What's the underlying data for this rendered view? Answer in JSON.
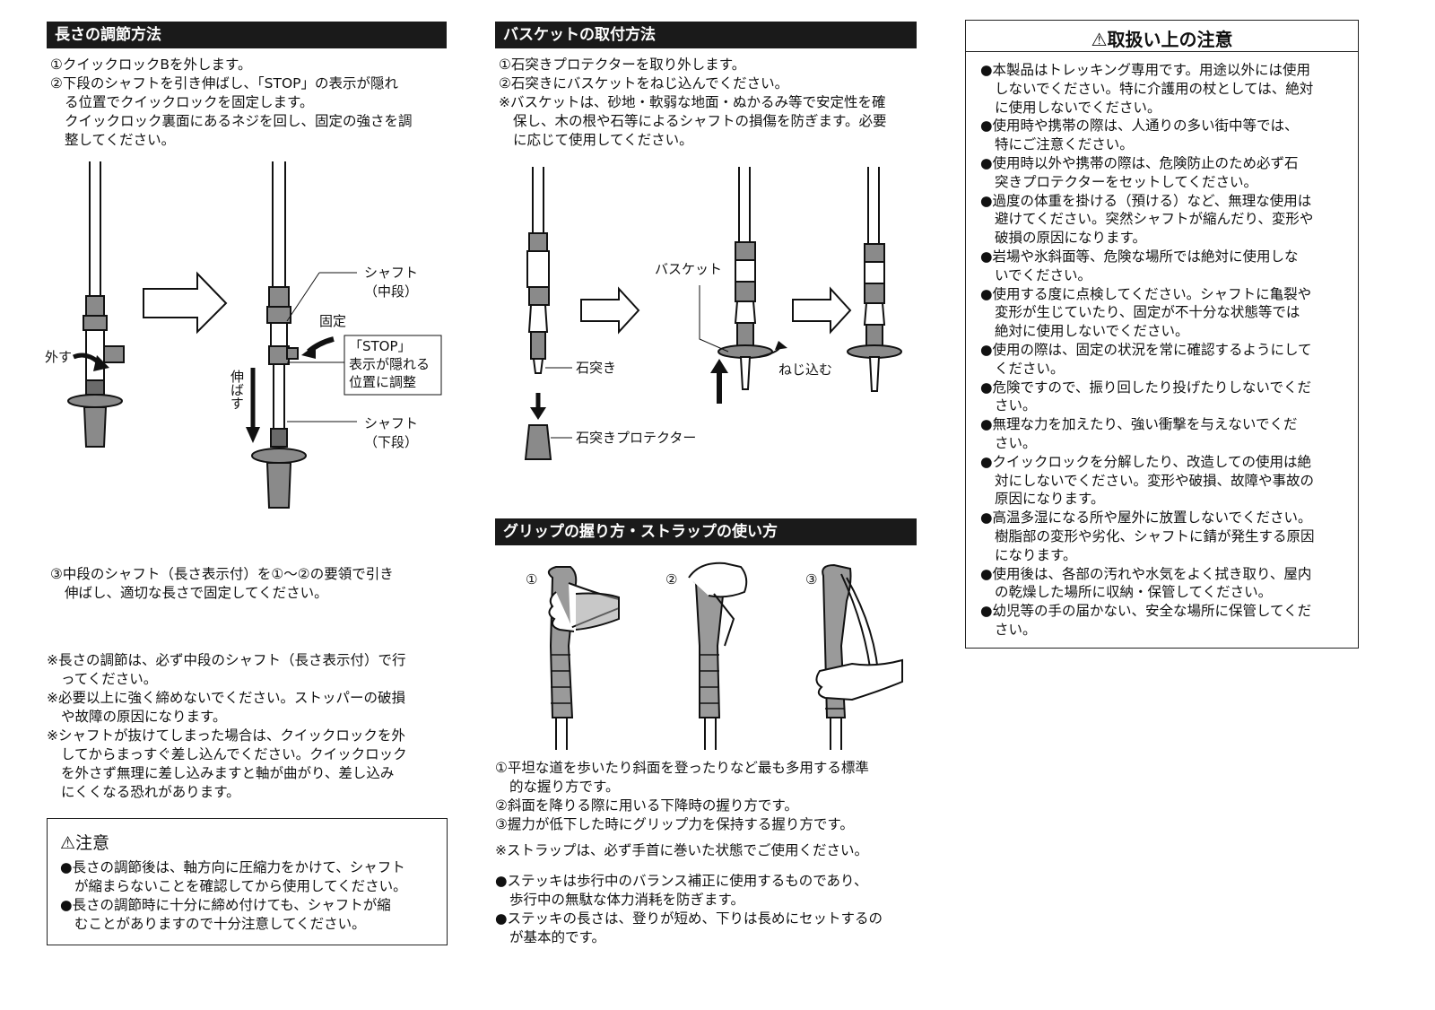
{
  "length_adjust": {
    "header": "長さの調節方法",
    "steps": [
      "①クイックロックBを外します。",
      "②下段のシャフトを引き伸ばし、「STOP」の表示が隠れ",
      "る位置でクイックロックを固定します。",
      "クイックロック裏面にあるネジを回し、固定の強さを調",
      "整してください。"
    ],
    "fig_labels": {
      "remove": "外す",
      "shaft_mid_1": "シャフト",
      "shaft_mid_2": "（中段）",
      "fix": "固定",
      "stop_1": "「STOP」",
      "stop_2": "表示が隠れる",
      "stop_3": "位置に調整",
      "extend": "伸ばす",
      "shaft_low_1": "シャフト",
      "shaft_low_2": "（下段）"
    },
    "step3": [
      "③中段のシャフト（長さ表示付）を①〜②の要領で引き",
      "伸ばし、適切な長さで固定してください。"
    ],
    "notes": [
      "※長さの調節は、必ず中段のシャフト（長さ表示付）で行",
      "ってください。",
      "※必要以上に強く締めないでください。ストッパーの破損",
      "や故障の原因になります。",
      "※シャフトが抜けてしまった場合は、クイックロックを外",
      "してからまっすぐ差し込んでください。クイックロック",
      "を外さず無理に差し込みますと軸が曲がり、差し込み",
      "にくくなる恐れがあります。"
    ],
    "caution": {
      "title": "注意",
      "lines": [
        "●長さの調節後は、軸方向に圧縮力をかけて、シャフト",
        "が縮まらないことを確認してから使用してください。",
        "●長さの調節時に十分に締め付けても、シャフトが縮",
        "むことがありますので十分注意してください。"
      ]
    }
  },
  "basket": {
    "header": "バスケットの取付方法",
    "lines": [
      "①石突きプロテクターを取り外します。",
      "②石突きにバスケットをねじ込んでください。",
      "※バスケットは、砂地・軟弱な地面・ぬかるみ等で安定性を確",
      "保し、木の根や石等によるシャフトの損傷を防ぎます。必要",
      "に応じて使用してください。"
    ],
    "fig_labels": {
      "tip": "石突き",
      "tip_protector": "石突きプロテクター",
      "basket": "バスケット",
      "screw_in": "ねじ込む"
    }
  },
  "grip": {
    "header": "グリップの握り方・ストラップの使い方",
    "fig_nums": [
      "①",
      "②",
      "③"
    ],
    "lines": [
      "①平坦な道を歩いたり斜面を登ったりなど最も多用する標準",
      "的な握り方です。",
      "②斜面を降りる際に用いる下降時の握り方です。",
      "③握力が低下した時にグリップ力を保持する握り方です。"
    ],
    "strap_note": "※ストラップは、必ず手首に巻いた状態でご使用ください。",
    "bullets": [
      "●ステッキは歩行中のバランス補正に使用するものであり、",
      "歩行中の無駄な体力消耗を防ぎます。",
      "●ステッキの長さは、登りが短め、下りは長めにセットするの",
      "が基本的です。"
    ]
  },
  "handling": {
    "title": "取扱い上の注意",
    "lines": [
      "●本製品はトレッキング専用です。用途以外には使用",
      "しないでください。特に介護用の杖としては、絶対",
      "に使用しないでください。",
      "●使用時や携帯の際は、人通りの多い街中等では、",
      "特にご注意ください。",
      "●使用時以外や携帯の際は、危険防止のため必ず石",
      "突きプロテクターをセットしてください。",
      "●過度の体重を掛ける（預ける）など、無理な使用は",
      "避けてください。突然シャフトが縮んだり、変形や",
      "破損の原因になります。",
      "●岩場や氷斜面等、危険な場所では絶対に使用しな",
      "いでください。",
      "●使用する度に点検してください。シャフトに亀裂や",
      "変形が生じていたり、固定が不十分な状態等では",
      "絶対に使用しないでください。",
      "●使用の際は、固定の状況を常に確認するようにして",
      "ください。",
      "●危険ですので、振り回したり投げたりしないでくだ",
      "さい。",
      "●無理な力を加えたり、強い衝撃を与えないでくだ",
      "さい。",
      "●クイックロックを分解したり、改造しての使用は絶",
      "対にしないでください。変形や破損、故障や事故の",
      "原因になります。",
      "●高温多湿になる所や屋外に放置しないでください。",
      "樹脂部の変形や劣化、シャフトに錆が発生する原因",
      "になります。",
      "●使用後は、各部の汚れや水気をよく拭き取り、屋内",
      "の乾燥した場所に収納・保管してください。",
      "●幼児等の手の届かない、安全な場所に保管してくだ",
      "さい。"
    ]
  },
  "colors": {
    "header_bg": "#1a1a1a",
    "part_gray": "#8a8a8a",
    "grip_gray": "#9a9a9a"
  }
}
